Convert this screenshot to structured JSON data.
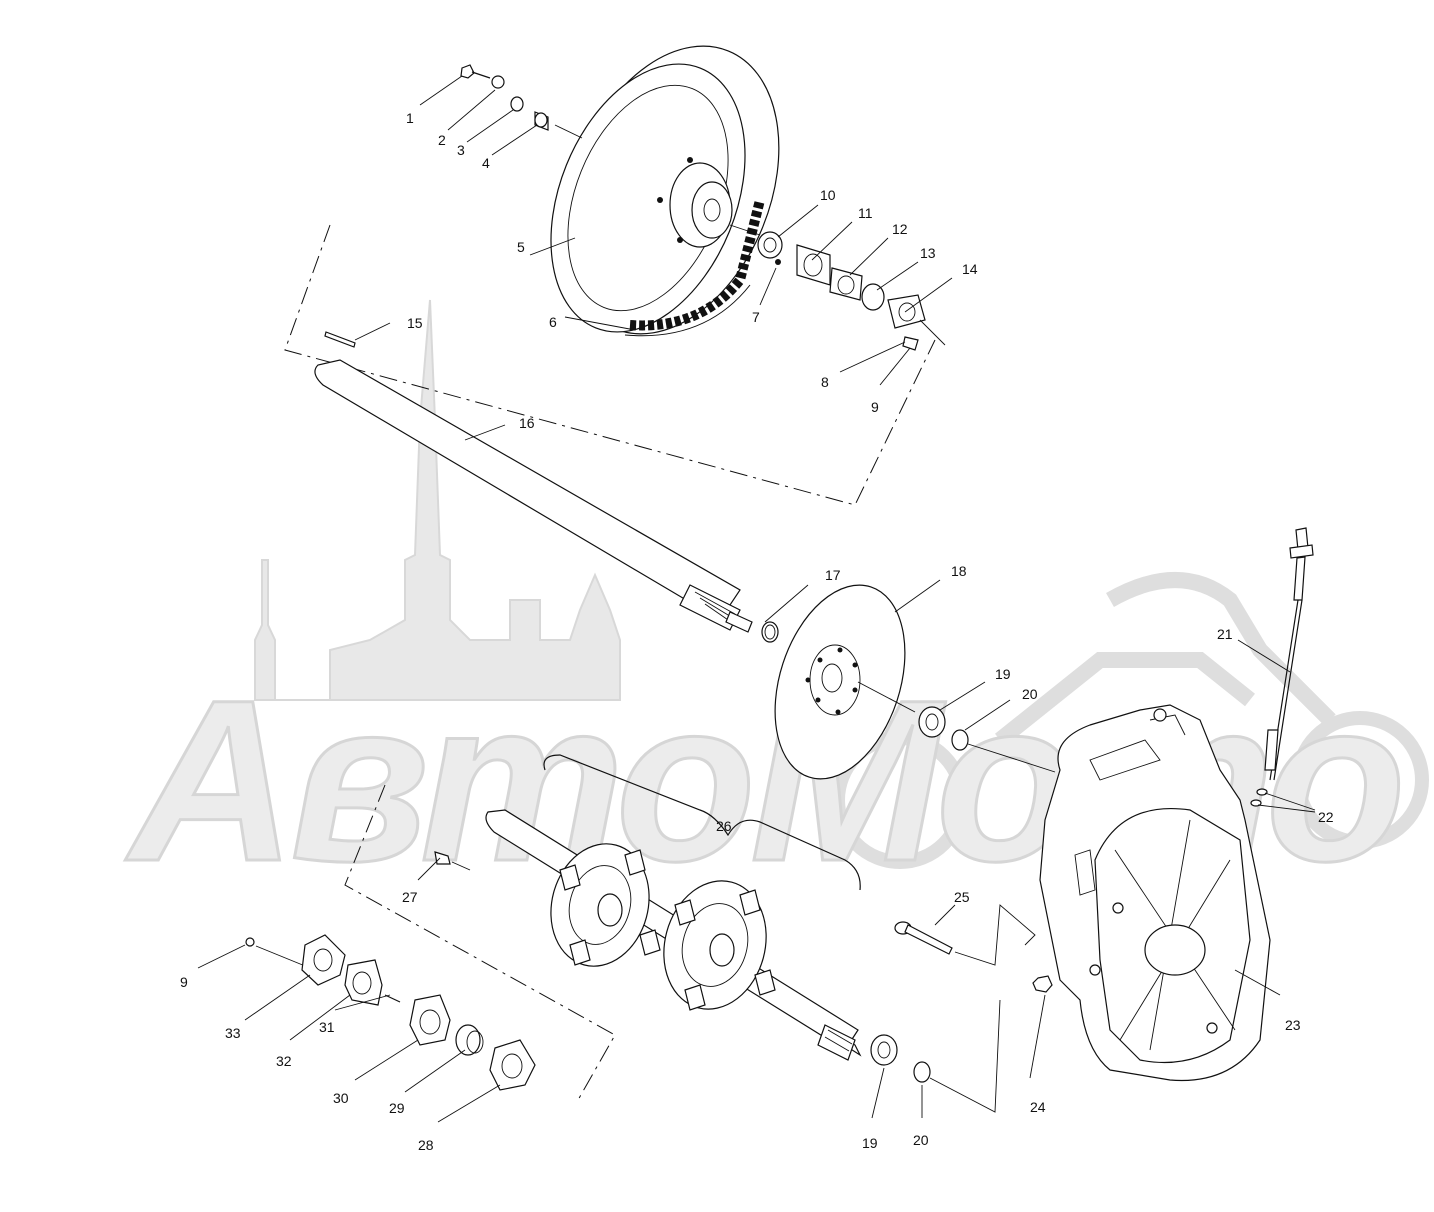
{
  "diagram": {
    "callouts": [
      {
        "num": "1"
      },
      {
        "num": "2"
      },
      {
        "num": "3"
      },
      {
        "num": "4"
      },
      {
        "num": "5"
      },
      {
        "num": "6"
      },
      {
        "num": "7"
      },
      {
        "num": "8"
      },
      {
        "num": "9"
      },
      {
        "num": "10"
      },
      {
        "num": "11"
      },
      {
        "num": "12"
      },
      {
        "num": "13"
      },
      {
        "num": "14"
      },
      {
        "num": "15"
      },
      {
        "num": "16"
      },
      {
        "num": "17"
      },
      {
        "num": "18"
      },
      {
        "num": "19"
      },
      {
        "num": "20"
      },
      {
        "num": "21"
      },
      {
        "num": "22"
      },
      {
        "num": "23"
      },
      {
        "num": "24"
      },
      {
        "num": "25"
      },
      {
        "num": "26"
      },
      {
        "num": "27"
      },
      {
        "num": "9"
      },
      {
        "num": "33"
      },
      {
        "num": "32"
      },
      {
        "num": "31"
      },
      {
        "num": "30"
      },
      {
        "num": "29"
      },
      {
        "num": "28"
      },
      {
        "num": "19"
      },
      {
        "num": "20"
      }
    ]
  },
  "watermark": {
    "text": "АвтоМото",
    "color": "#e6e6e6"
  }
}
